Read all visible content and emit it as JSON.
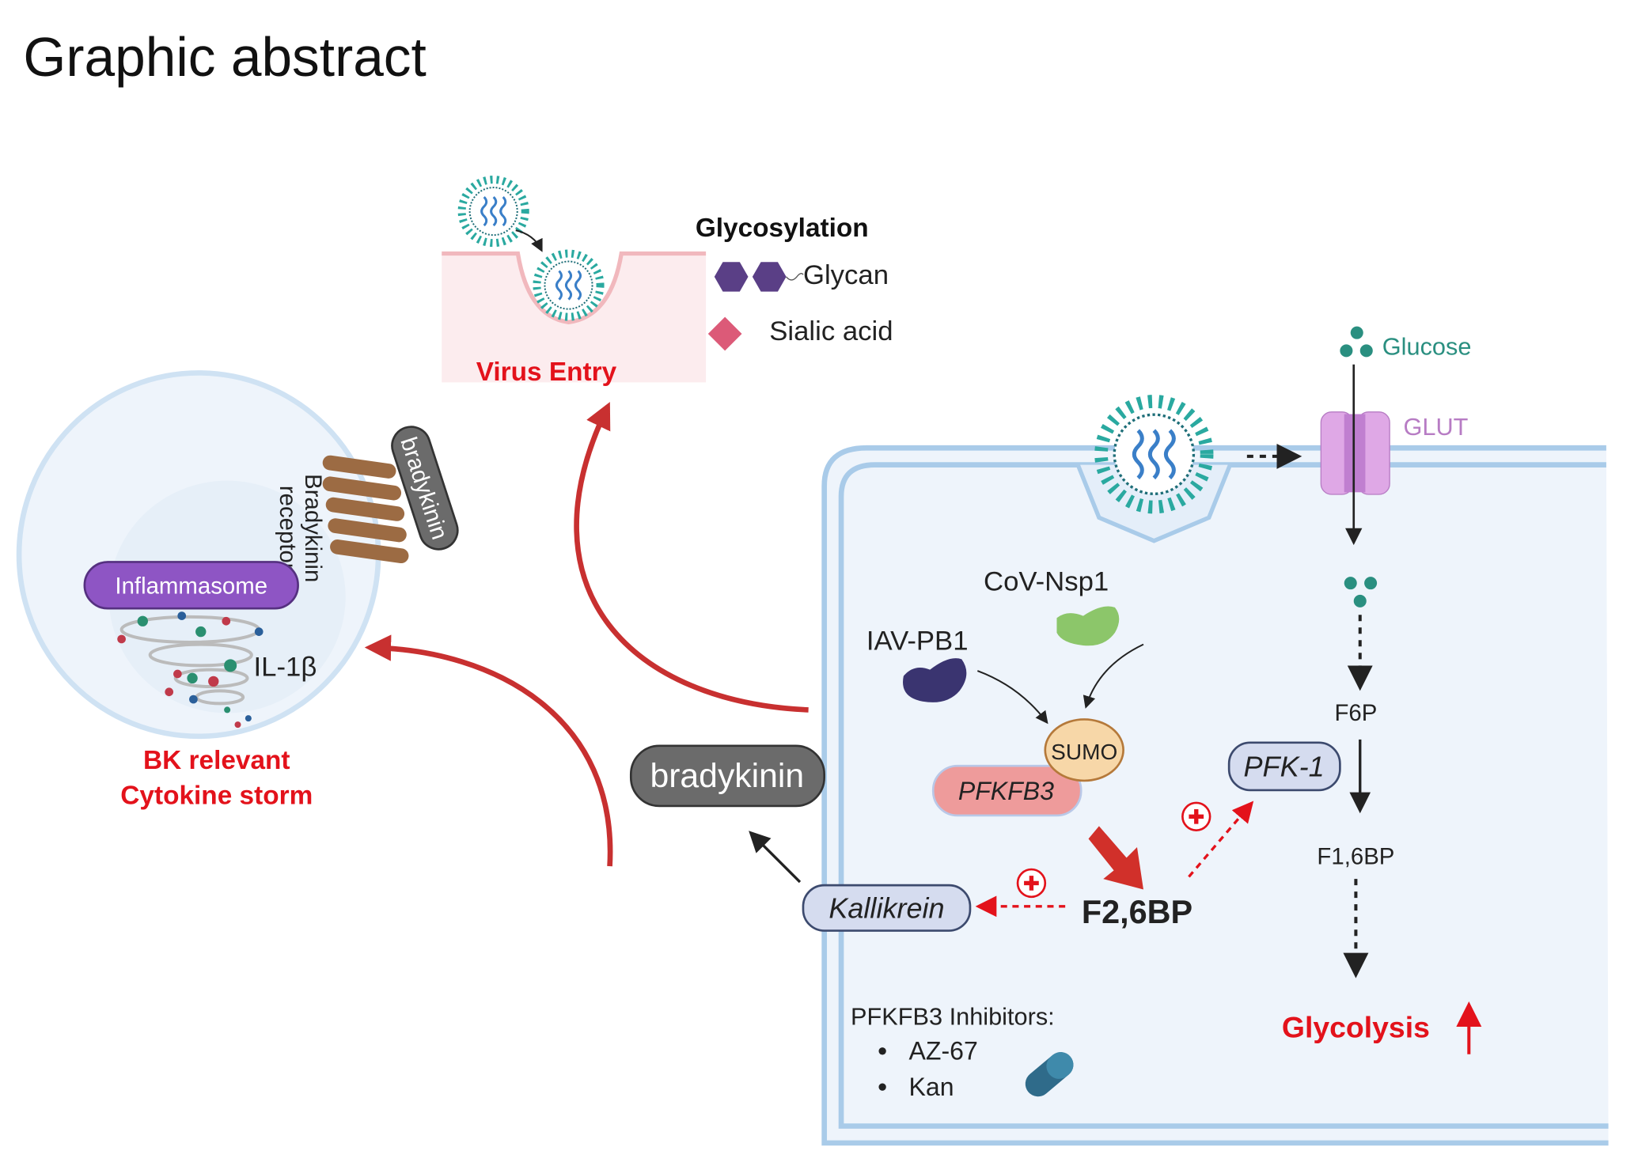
{
  "title": "Graphic abstract",
  "virus_entry": {
    "label": "Virus Entry"
  },
  "glycosylation": {
    "title": "Glycosylation",
    "glycan": "Glycan",
    "sialic_acid": "Sialic acid"
  },
  "immune_cell": {
    "receptor_label_line1": "Bradykinin",
    "receptor_label_line2": "receptor",
    "ligand": "bradykinin",
    "inflammasome": "Inflammasome",
    "cytokine": "IL-1β",
    "caption_line1": "BK relevant",
    "caption_line2": "Cytokine storm"
  },
  "host_cell": {
    "glucose": "Glucose",
    "glut": "GLUT",
    "cov": "CoV-Nsp1",
    "iav": "IAV-PB1",
    "sumo": "SUMO",
    "pfkfb3": "PFKFB3",
    "f26bp": "F2,6BP",
    "kallikrein": "Kallikrein",
    "pfk1": "PFK-1",
    "f6p": "F6P",
    "f16bp": "F1,6BP",
    "glycolysis": "Glycolysis",
    "bradykinin": "bradykinin",
    "inhibitors_title": "PFKFB3 Inhibitors:",
    "inhibitors": [
      "AZ-67",
      "Kan"
    ]
  },
  "colors": {
    "red": "#e3121b",
    "arrow_red": "#c83030",
    "teal": "#2a8f80",
    "purple": "#8e55c4",
    "membrane": "#a9cbe9",
    "cell_fill": "#eef4fb"
  }
}
